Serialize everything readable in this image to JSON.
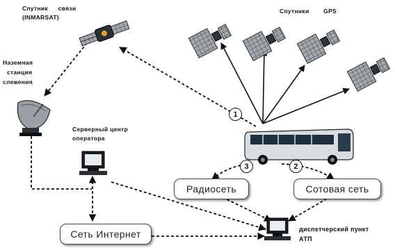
{
  "labels": {
    "comm_satellite_line1": "Спутник связи",
    "comm_satellite_line2": "(INMARSAT)",
    "gps_satellites": "Спутники GPS",
    "ground_station_line1": "Наземная",
    "ground_station_line2": "станция",
    "ground_station_line3": "слежения",
    "server_center_line1": "Серверный центр",
    "server_center_line2": "оператора",
    "dispatcher_line1": "диспетчерский пункт",
    "dispatcher_line2": "АТП"
  },
  "boxes": {
    "radio_network": "Радиосеть",
    "cellular_network": "Сотовая сеть",
    "internet": "Сеть Интернет"
  },
  "badges": {
    "one": "1",
    "two": "2",
    "three": "3"
  },
  "colors": {
    "line": "#111111",
    "bus_body": "#d7dde0",
    "bus_window": "#1f2f3f",
    "satellite_panel": "#9aa0a6"
  }
}
